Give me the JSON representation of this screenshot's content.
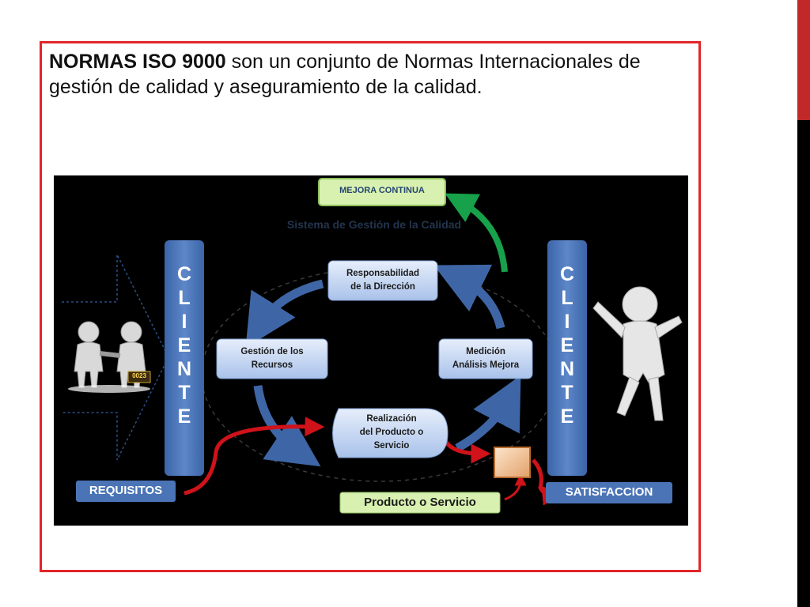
{
  "intro": {
    "bold": "NORMAS ISO 9000",
    "rest": " son un conjunto de Normas Internacionales de gestión de calidad y aseguramiento de la calidad."
  },
  "diagram": {
    "mejora": "MEJORA CONTINUA",
    "sistema": "Sistema de Gestión de la Calidad",
    "cliente_letters": [
      "C",
      "L",
      "I",
      "E",
      "N",
      "T",
      "E"
    ],
    "responsabilidad": [
      "Responsabilidad",
      "de la Dirección"
    ],
    "gestion": [
      "Gestión de los",
      "Recursos"
    ],
    "medicion": [
      "Medición",
      "Análisis Mejora"
    ],
    "realizacion": [
      "Realización",
      "del Producto o",
      "Servicio"
    ],
    "requisitos": "REQUISITOS",
    "producto": "Producto o Servicio",
    "satisfaccion": "SATISFACCION",
    "chip_text": "0023"
  },
  "colors": {
    "frame": "#e0262b",
    "diagram_bg": "#000000",
    "box_light": "#c9d9f2",
    "blue_bar": "#4a74b6",
    "green_label": "#d8f0b0",
    "arrow_blue": "#3e66a6",
    "arrow_red": "#d0121a",
    "arrow_green": "#16a14a"
  }
}
